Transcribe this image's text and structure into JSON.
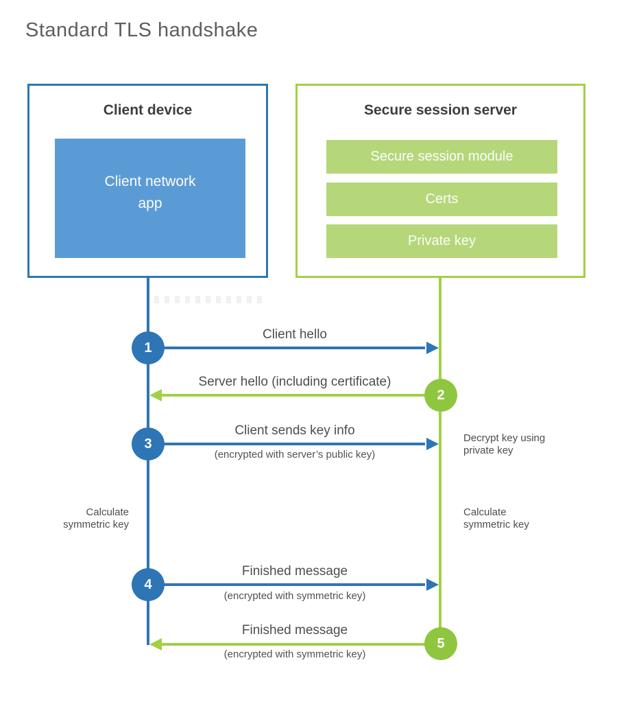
{
  "title": "Standard TLS handshake",
  "colors": {
    "blue": "#2e75b6",
    "blue_fill": "#5b9bd5",
    "green": "#a2d045",
    "green_circle": "#8fc640",
    "green_fill": "#b5d77a"
  },
  "client": {
    "title": "Client device",
    "app_label": "Client network\napp"
  },
  "server": {
    "title": "Secure session server",
    "modules": [
      "Secure session module",
      "Certs",
      "Private key"
    ]
  },
  "steps": [
    {
      "num": "1",
      "label": "Client hello"
    },
    {
      "num": "2",
      "label": "Server hello (including certificate)"
    },
    {
      "num": "3",
      "label": "Client sends key info",
      "sublabel": "(encrypted with server’s public key)"
    },
    {
      "num": "4",
      "label": "Finished message",
      "sublabel": "(encrypted with symmetric key)"
    },
    {
      "num": "5",
      "label": "Finished message",
      "sublabel": "(encrypted with symmetric key)"
    }
  ],
  "annotations": {
    "decrypt_key": "Decrypt key using private key",
    "calculate_left": "Calculate symmetric key",
    "calculate_right": "Calculate symmetric key"
  }
}
